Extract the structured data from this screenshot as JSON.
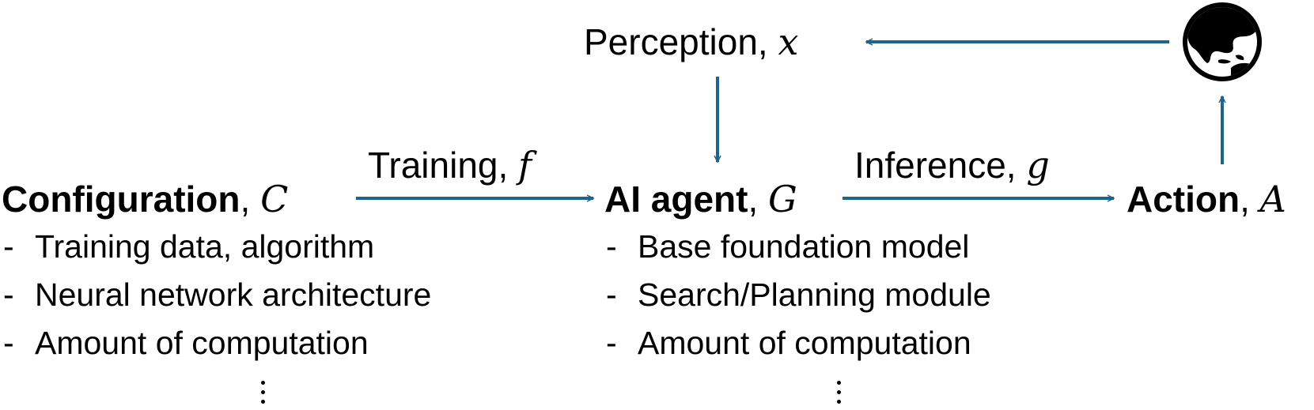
{
  "colors": {
    "arrow": "#1f6587",
    "text": "#000000"
  },
  "perception": {
    "label": "Perception,",
    "var": "x"
  },
  "training": {
    "label": "Training,",
    "var": "f"
  },
  "inference": {
    "label": "Inference,",
    "var": "g"
  },
  "configuration": {
    "title": "Configuration",
    "var": "C",
    "items": [
      "Training data, algorithm",
      "Neural network architecture",
      "Amount of computation"
    ]
  },
  "agent": {
    "title": "AI agent",
    "var": "G",
    "items": [
      "Base foundation model",
      "Search/Planning module",
      "Amount of computation"
    ]
  },
  "action": {
    "title": "Action",
    "var": "A"
  },
  "world": {
    "icon": "globe-icon"
  },
  "list_marker": "-"
}
